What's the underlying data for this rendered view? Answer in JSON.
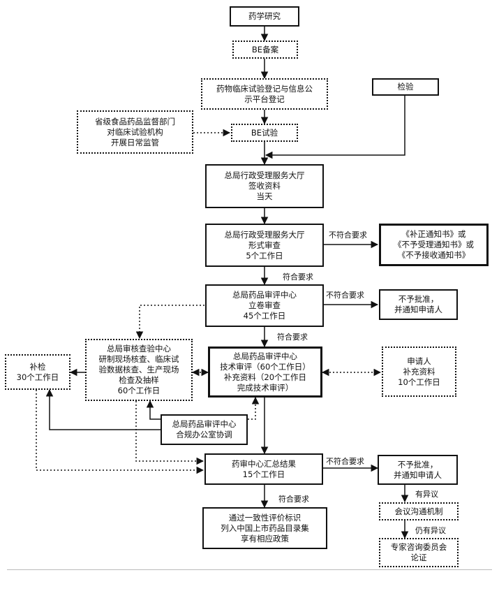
{
  "nodes": {
    "drug_research": {
      "lines": [
        "药学研究"
      ]
    },
    "be_filing": {
      "lines": [
        "BE备案"
      ]
    },
    "trial_registration": {
      "lines": [
        "药物临床试验登记与信息公",
        "示平台登记"
      ]
    },
    "inspection": {
      "lines": [
        "检验"
      ]
    },
    "provincial_supervision": {
      "lines": [
        "省级食品药品监督部门",
        "对临床试验机构",
        "开展日常监管"
      ]
    },
    "be_trial": {
      "lines": [
        "BE试验"
      ]
    },
    "hall_receive": {
      "lines": [
        "总局行政受理服务大厅",
        "签收资料",
        "当天"
      ]
    },
    "hall_formal_review": {
      "lines": [
        "总局行政受理服务大厅",
        "形式审查",
        "5个工作日"
      ]
    },
    "supplement_notice": {
      "lines": [
        "《补正通知书》或",
        "《不予受理通知书》或",
        "《不予接收通知书》"
      ]
    },
    "cde_filing_review": {
      "lines": [
        "总局药品审评中心",
        "立卷审查",
        "45个工作日"
      ]
    },
    "not_approved_1": {
      "lines": [
        "不予批准，",
        "并通知申请人"
      ]
    },
    "inspection_center": {
      "lines": [
        "总局审核查验中心",
        "研制现场核查、临床试",
        "验数据核查、生产现场",
        "检查及抽样",
        "60个工作日"
      ]
    },
    "cde_tech_review": {
      "lines": [
        "总局药品审评中心",
        "技术审评（60个工作日）",
        "补充资料（20个工作日",
        "完成技术审评）"
      ]
    },
    "applicant_supplement": {
      "lines": [
        "申请人",
        "补充资料",
        "10个工作日"
      ]
    },
    "additional_test": {
      "lines": [
        "补检",
        "30个工作日"
      ]
    },
    "office_coordination": {
      "lines": [
        "总局药品审评中心",
        "合规办公室协调"
      ]
    },
    "cde_summary": {
      "lines": [
        "药审中心汇总结果",
        "15个工作日"
      ]
    },
    "not_approved_2": {
      "lines": [
        "不予批准，",
        "并通知申请人"
      ]
    },
    "final_listing": {
      "lines": [
        "通过一致性评价标识",
        "列入中国上市药品目录集",
        "享有相应政策"
      ]
    },
    "meeting_channel": {
      "lines": [
        "会议沟通机制"
      ]
    },
    "expert_committee": {
      "lines": [
        "专家咨询委员会",
        "论证"
      ]
    }
  },
  "edge_labels": {
    "not_meet_1": "不符合要求",
    "meet_1": "符合要求",
    "not_meet_2": "不符合要求",
    "meet_2": "符合要求",
    "not_meet_3": "不符合要求",
    "meet_3": "符合要求",
    "objection": "有异议",
    "still_objection": "仍有异议"
  },
  "colors": {
    "ink": "#111111",
    "background": "#ffffff"
  }
}
